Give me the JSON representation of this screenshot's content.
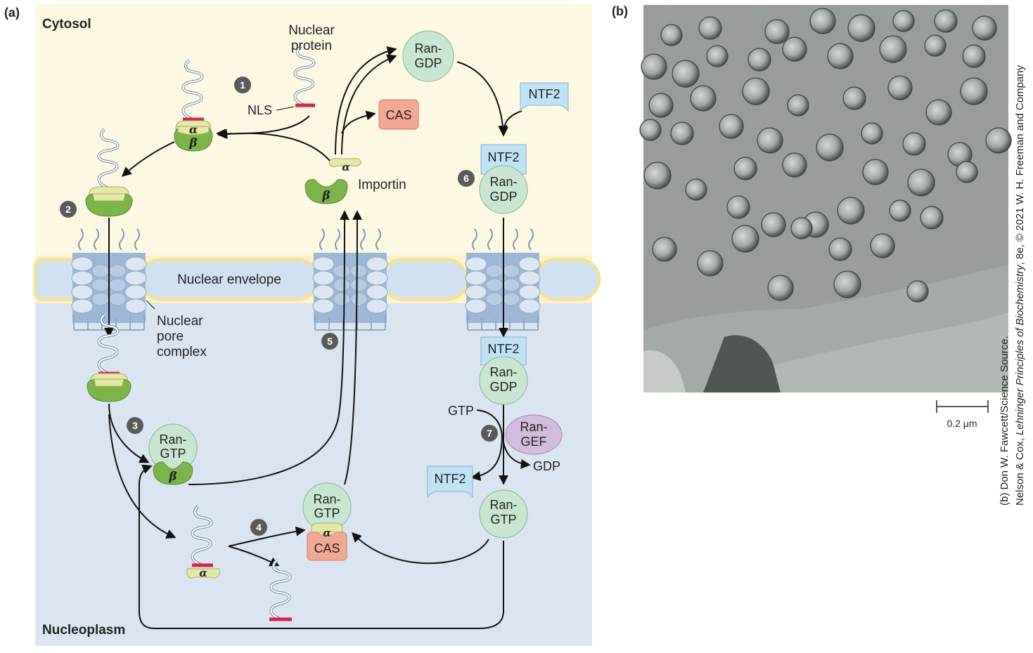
{
  "panel_a": {
    "label": "(a)",
    "cytosol": "Cytosol",
    "nucleoplasm": "Nucleoplasm",
    "nuclear_envelope": "Nuclear envelope",
    "npc": [
      "Nuclear",
      "pore",
      "complex"
    ],
    "nuclear_protein": [
      "Nuclear",
      "protein"
    ],
    "nls": "NLS",
    "importin": "Importin",
    "cas": "CAS",
    "ntf2": "NTF2",
    "ran_gdp": [
      "Ran-",
      "GDP"
    ],
    "ran_gtp": [
      "Ran-",
      "GTP"
    ],
    "ran_gef": [
      "Ran-",
      "GEF"
    ],
    "gtp": "GTP",
    "gdp": "GDP",
    "alpha": "α",
    "beta": "β",
    "steps": [
      "1",
      "2",
      "3",
      "4",
      "5",
      "6",
      "7"
    ]
  },
  "panel_b": {
    "label": "(b)",
    "scale_bar": "0.2 μm"
  },
  "credit": {
    "line1": "(b) Don W. Fawcett/Science Source.",
    "line2_pre": "Nelson & Cox, ",
    "line2_book": "Lehninger Principles of Biochemistry",
    "line2_post": ", 8e, © 2021 W. H. Freeman and Company"
  },
  "colors": {
    "cytosol_bg": "#fdf8e1",
    "nucleoplasm_bg": "#dbe5f2",
    "importin_alpha": "#e4e9a6",
    "importin_beta": "#7bb54a",
    "ran": "#c9e6d2",
    "cas": "#f2a893",
    "ntf2": "#bfe2f5",
    "ran_gef": "#d2bbdd",
    "nls": "#d4254f",
    "step_circle": "#5a5a5a"
  }
}
